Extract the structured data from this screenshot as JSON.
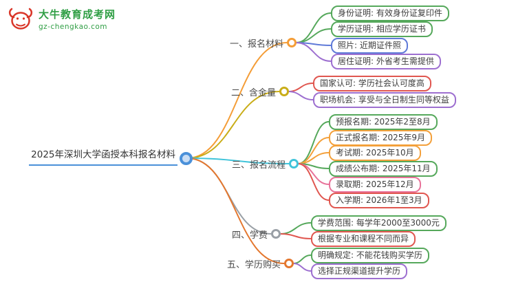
{
  "logo": {
    "title": "大牛教育成考网",
    "subtitle": "gz-chengkao.com",
    "brand_color": "#2f9e44",
    "accent_color": "#d9372a",
    "icon": "bull-logo-icon"
  },
  "root": {
    "label": "2025年深圳大学函授本科报名材料",
    "color": "#4a90d9"
  },
  "branches": [
    {
      "label": "一、报名材料",
      "color": "#f49d37",
      "children": [
        {
          "label": "身份证明: 有效身份证复印件",
          "color": "#55a85b"
        },
        {
          "label": "学历证明: 相应学历证书",
          "color": "#55a85b"
        },
        {
          "label": "照片: 近期证件照",
          "color": "#5f7ad8"
        },
        {
          "label": "居住证明: 外省考生需提供",
          "color": "#9d6fd0"
        }
      ]
    },
    {
      "label": "二、含金量",
      "color": "#c9ad18",
      "children": [
        {
          "label": "国家认可: 学历社会认可度高",
          "color": "#e0564f"
        },
        {
          "label": "职场机会: 享受与全日制生同等权益",
          "color": "#9d6fd0"
        }
      ]
    },
    {
      "label": "三、报名流程",
      "color": "#41c4da",
      "children": [
        {
          "label": "预报名期: 2025年2至8月",
          "color": "#55a85b"
        },
        {
          "label": "正式报名期: 2025年9月",
          "color": "#f3a03b"
        },
        {
          "label": "考试期: 2025年10月",
          "color": "#f3a03b"
        },
        {
          "label": "成绩公布期: 2025年11月",
          "color": "#55a85b"
        },
        {
          "label": "录取期: 2025年12月",
          "color": "#e8739a"
        },
        {
          "label": "入学期: 2026年1至3月",
          "color": "#e0564f"
        }
      ]
    },
    {
      "label": "四、学费",
      "color": "#9aa0a6",
      "children": [
        {
          "label": "学费范围: 每学年2000至3000元",
          "color": "#55a85b"
        },
        {
          "label": "根据专业和课程不同而异",
          "color": "#e0564f"
        }
      ]
    },
    {
      "label": "五、学历购买",
      "color": "#e4772e",
      "children": [
        {
          "label": "明确规定: 不能花钱购买学历",
          "color": "#55a85b"
        },
        {
          "label": "选择正规渠道提升学历",
          "color": "#9d6fd0"
        }
      ]
    }
  ]
}
